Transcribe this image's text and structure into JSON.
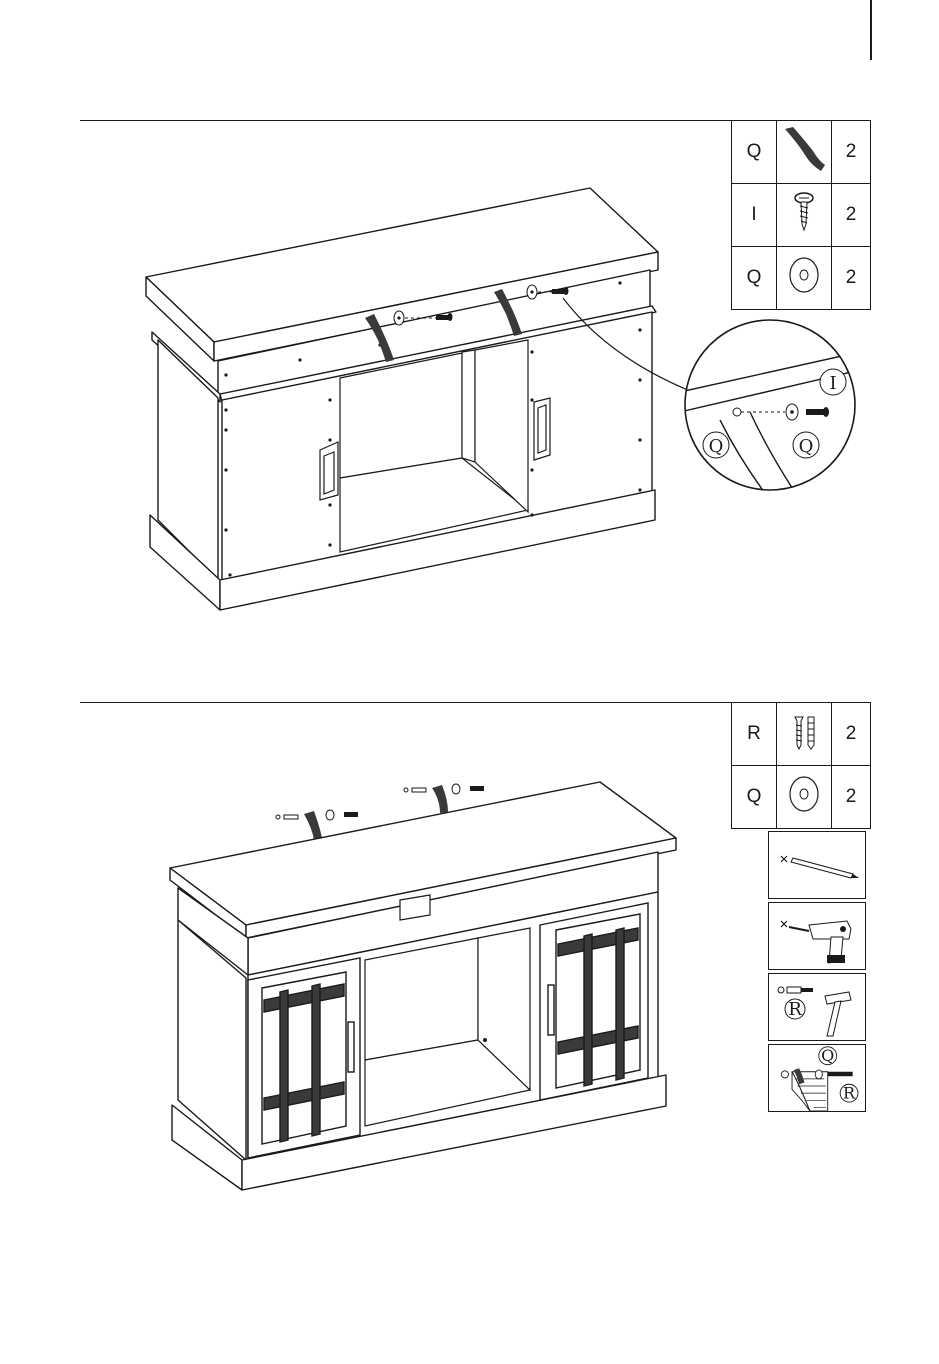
{
  "step1": {
    "parts": [
      {
        "letter": "Q",
        "icon": "strap-icon",
        "qty": "2"
      },
      {
        "letter": "I",
        "icon": "screw-icon",
        "qty": "2"
      },
      {
        "letter": "Q",
        "icon": "washer-icon",
        "qty": "2"
      }
    ],
    "callout_labels": {
      "screw": "I",
      "strap": "Q",
      "washer": "Q"
    }
  },
  "step2": {
    "parts": [
      {
        "letter": "R",
        "icon": "anchor-screw-icon",
        "qty": "2"
      },
      {
        "letter": "Q",
        "icon": "washer-icon",
        "qty": "2"
      }
    ],
    "tools": [
      {
        "icon": "pencil-icon"
      },
      {
        "icon": "drill-icon"
      },
      {
        "icon": "hammer-icon",
        "label": "R"
      },
      {
        "icon": "wall-mount-icon",
        "label_top": "Q",
        "label_bottom": "R"
      }
    ]
  }
}
